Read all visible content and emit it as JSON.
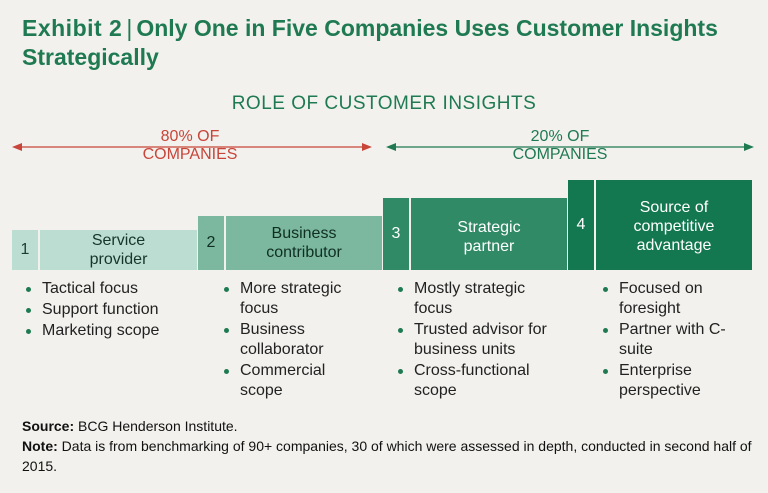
{
  "title": {
    "exhibit": "Exhibit 2",
    "separator": "|",
    "text": "Only One in Five Companies Uses Customer Insights Strategically"
  },
  "heading": "ROLE OF CUSTOMER INSIGHTS",
  "share_left": {
    "line1": "80% OF",
    "line2": "COMPANIES"
  },
  "share_right": {
    "line1": "20% OF",
    "line2": "COMPANIES"
  },
  "colors": {
    "accent": "#1f7a52",
    "red": "#c8453a"
  },
  "steps": [
    {
      "num": "1",
      "label": "Service provider",
      "bullets": [
        "Tactical focus",
        "Support function",
        "Marketing scope"
      ]
    },
    {
      "num": "2",
      "label": "Business contributor",
      "bullets": [
        "More strategic focus",
        "Business collaborator",
        "Commercial scope"
      ]
    },
    {
      "num": "3",
      "label": "Strategic partner",
      "bullets": [
        "Mostly strategic focus",
        "Trusted advisor for business units",
        "Cross-functional scope"
      ]
    },
    {
      "num": "4",
      "label": "Source of competitive advantage",
      "bullets": [
        "Focused on foresight",
        "Partner with C-suite",
        "Enterprise perspective"
      ]
    }
  ],
  "source": {
    "label": "Source:",
    "text": "BCG Henderson Institute."
  },
  "note": {
    "label": "Note:",
    "text": "Data is from benchmarking of 90+ companies, 30 of which were assessed in depth, conducted in second half of 2015."
  }
}
